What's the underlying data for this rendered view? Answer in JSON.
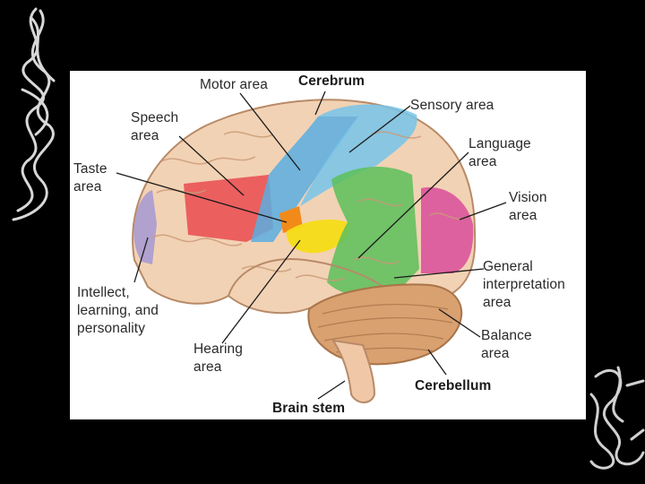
{
  "slide": {
    "background": "#000000",
    "decoration": "wire-knot-ornaments"
  },
  "diagram": {
    "subject": "brain-lateral-view",
    "region_colors": {
      "motor": "#5aaee0",
      "sensory": "#76c4ea",
      "speech": "#e8424a",
      "taste": "#f28a1a",
      "hearing": "#f5dc16",
      "language": "#5cbf5a",
      "vision": "#d94e9a",
      "intellect": "#9a90d8",
      "brain_tissue": "#f2d2b4",
      "cerebellum": "#d9a070"
    },
    "labels": {
      "motor_area": "Motor area",
      "cerebrum": "Cerebrum",
      "sensory_area": "Sensory area",
      "speech_area": "Speech\narea",
      "taste_area": "Taste\narea",
      "language_area": "Language\narea",
      "vision_area": "Vision\narea",
      "general_interpretation_area": "General\ninterpretation\narea",
      "intellect": "Intellect,\nlearning, and\npersonality",
      "balance_area": "Balance\narea",
      "hearing_area": "Hearing\narea",
      "cerebellum": "Cerebellum",
      "brain_stem": "Brain stem"
    }
  }
}
